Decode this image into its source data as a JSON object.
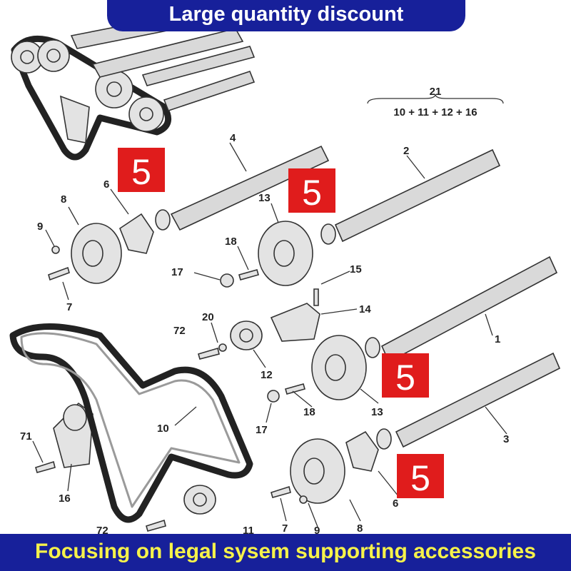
{
  "banner_top": "Large quantity discount",
  "banner_bottom": "Focusing on legal sysem supporting accessories",
  "formula": {
    "total": "21",
    "parts": "10 + 11 + 12 + 16"
  },
  "badges": [
    "5",
    "5",
    "5",
    "5"
  ],
  "part_labels": [
    "4",
    "2",
    "8",
    "6",
    "9",
    "13",
    "18",
    "17",
    "15",
    "7",
    "14",
    "20",
    "72",
    "1",
    "12",
    "10",
    "13",
    "18",
    "17",
    "3",
    "71",
    "16",
    "6",
    "7",
    "9",
    "8",
    "72",
    "11"
  ],
  "colors": {
    "banner": "#17209a",
    "banner_bottom_text": "#f6f24a",
    "badge": "#e01c1c"
  }
}
